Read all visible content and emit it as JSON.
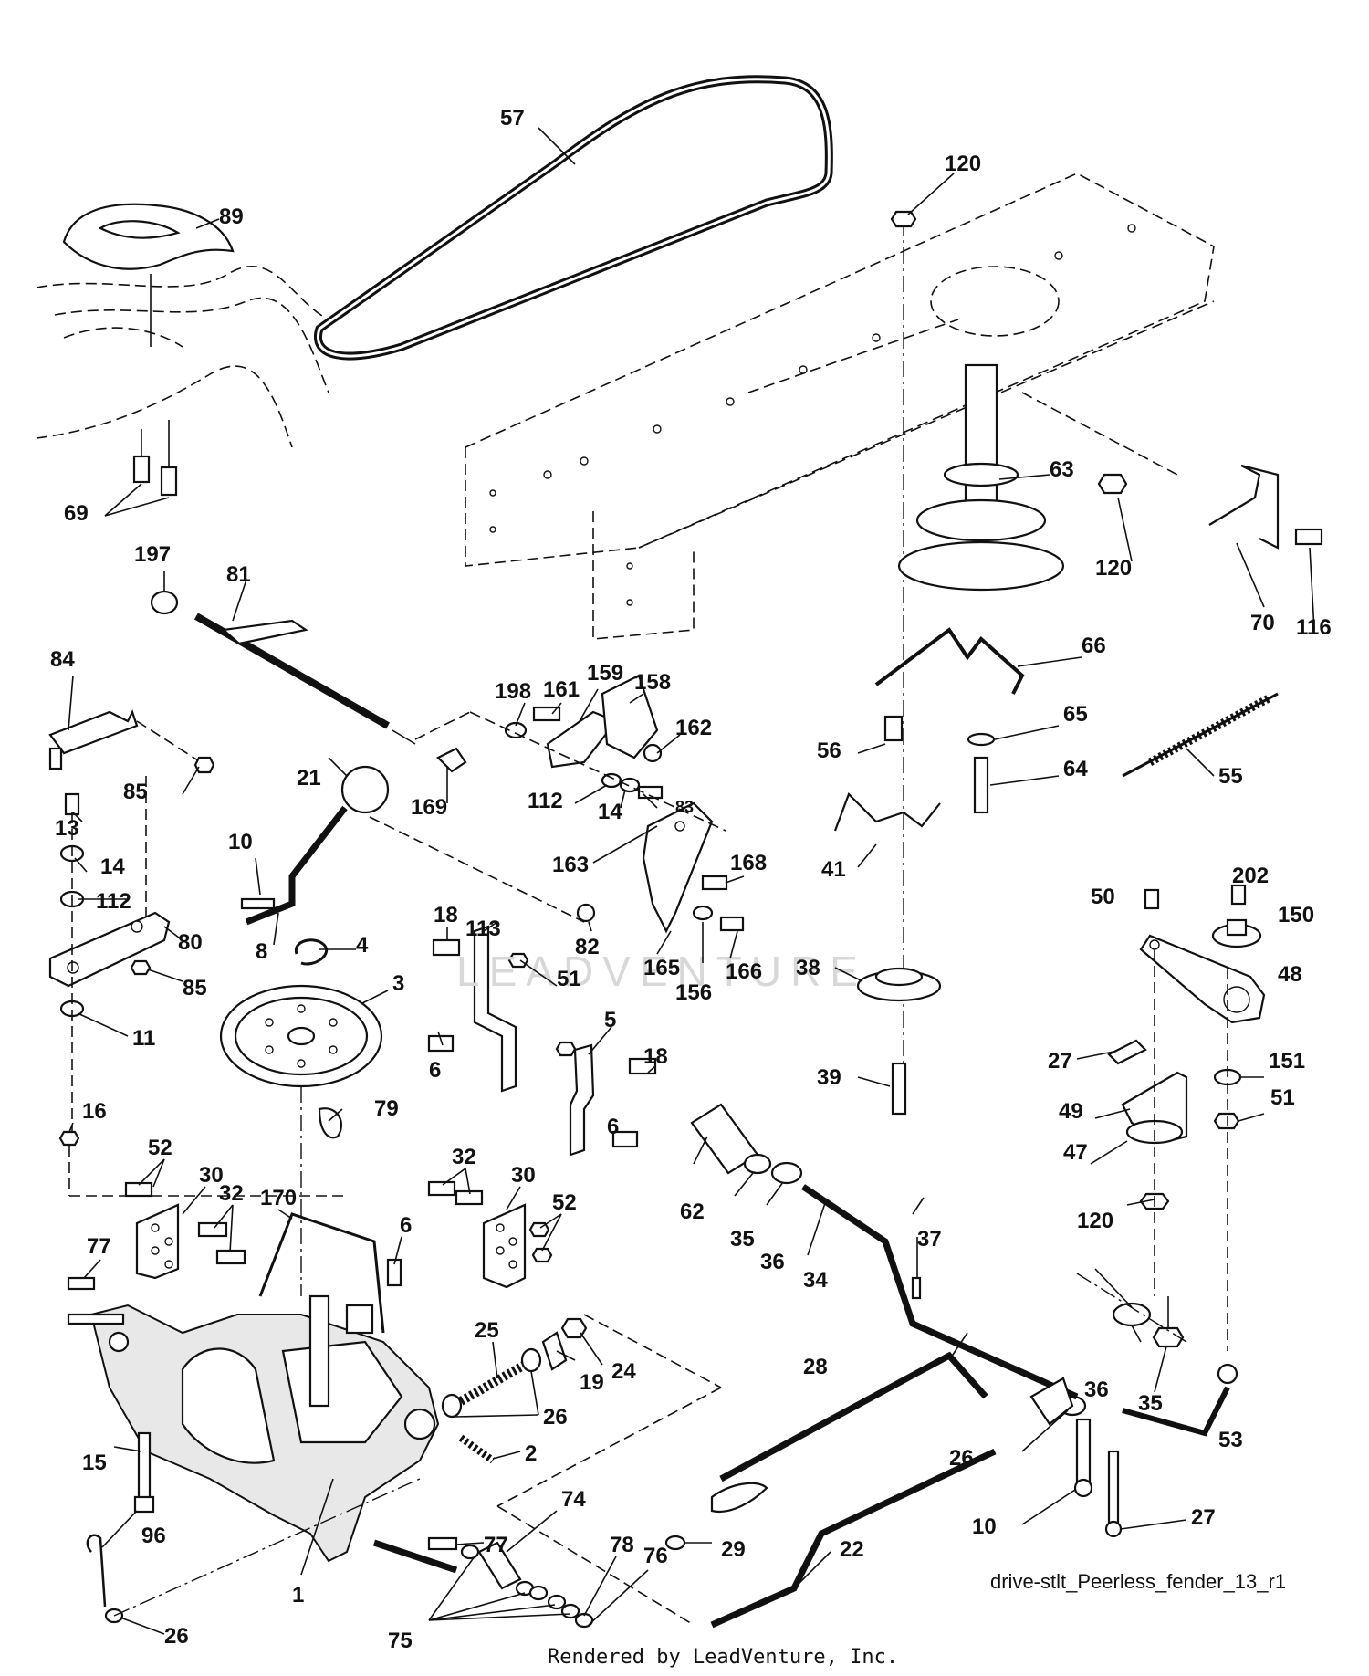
{
  "diagram": {
    "drawing_id": "drive-stlt_Peerless_fender_13_r1",
    "rendered_by": "Rendered by LeadVenture, Inc.",
    "watermark": "LEADVENTURE",
    "callouts": [
      "57",
      "89",
      "120",
      "69",
      "63",
      "120",
      "197",
      "81",
      "70",
      "116",
      "66",
      "84",
      "198",
      "161",
      "159",
      "158",
      "162",
      "65",
      "56",
      "64",
      "55",
      "85",
      "21",
      "169",
      "112",
      "14",
      "83",
      "163",
      "41",
      "10",
      "13",
      "14",
      "112",
      "168",
      "82",
      "165",
      "156",
      "166",
      "8",
      "80",
      "18",
      "113",
      "4",
      "85",
      "3",
      "51",
      "11",
      "6",
      "5",
      "18",
      "79",
      "16",
      "52",
      "30",
      "32",
      "170",
      "30",
      "32",
      "52",
      "6",
      "77",
      "25",
      "15",
      "19",
      "24",
      "26",
      "2",
      "96",
      "1",
      "77",
      "74",
      "75",
      "78",
      "76",
      "26",
      "50",
      "202",
      "150",
      "48",
      "38",
      "27",
      "151",
      "51",
      "39",
      "49",
      "47",
      "62",
      "35",
      "36",
      "34",
      "120",
      "37",
      "36",
      "35",
      "28",
      "26",
      "53",
      "29",
      "10",
      "27",
      "22",
      "6"
    ]
  }
}
